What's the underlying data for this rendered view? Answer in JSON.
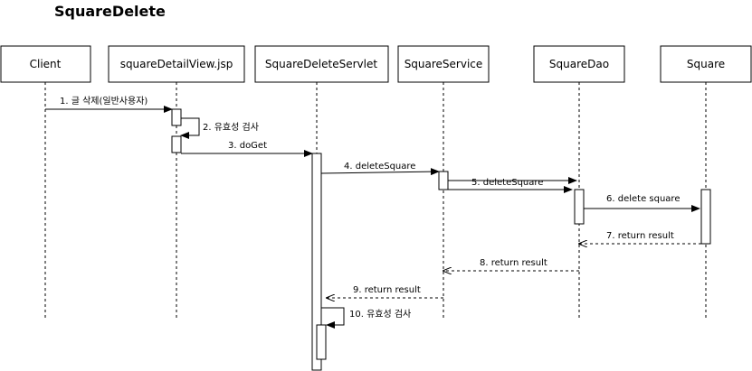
{
  "title": "SquareDelete",
  "participants": [
    {
      "id": "client",
      "label": "Client"
    },
    {
      "id": "jsp",
      "label": "squareDetailView.jsp"
    },
    {
      "id": "servlet",
      "label": "SquareDeleteServlet"
    },
    {
      "id": "service",
      "label": "SquareService"
    },
    {
      "id": "dao",
      "label": "SquareDao"
    },
    {
      "id": "square",
      "label": "Square"
    }
  ],
  "messages": [
    {
      "label": "1. 글 삭제(일반사용자)",
      "style": "solid"
    },
    {
      "label": "2. 유효성 검사",
      "style": "self"
    },
    {
      "label": "3. doGet",
      "style": "solid"
    },
    {
      "label": "4. deleteSquare",
      "style": "solid"
    },
    {
      "label": "5. deleteSquare",
      "style": "solid"
    },
    {
      "label": "6. delete square",
      "style": "solid"
    },
    {
      "label": "7. return result",
      "style": "dashed"
    },
    {
      "label": "8. return result",
      "style": "dashed"
    },
    {
      "label": "9. return result",
      "style": "dashed"
    },
    {
      "label": "10. 유효성 검사",
      "style": "self"
    }
  ]
}
